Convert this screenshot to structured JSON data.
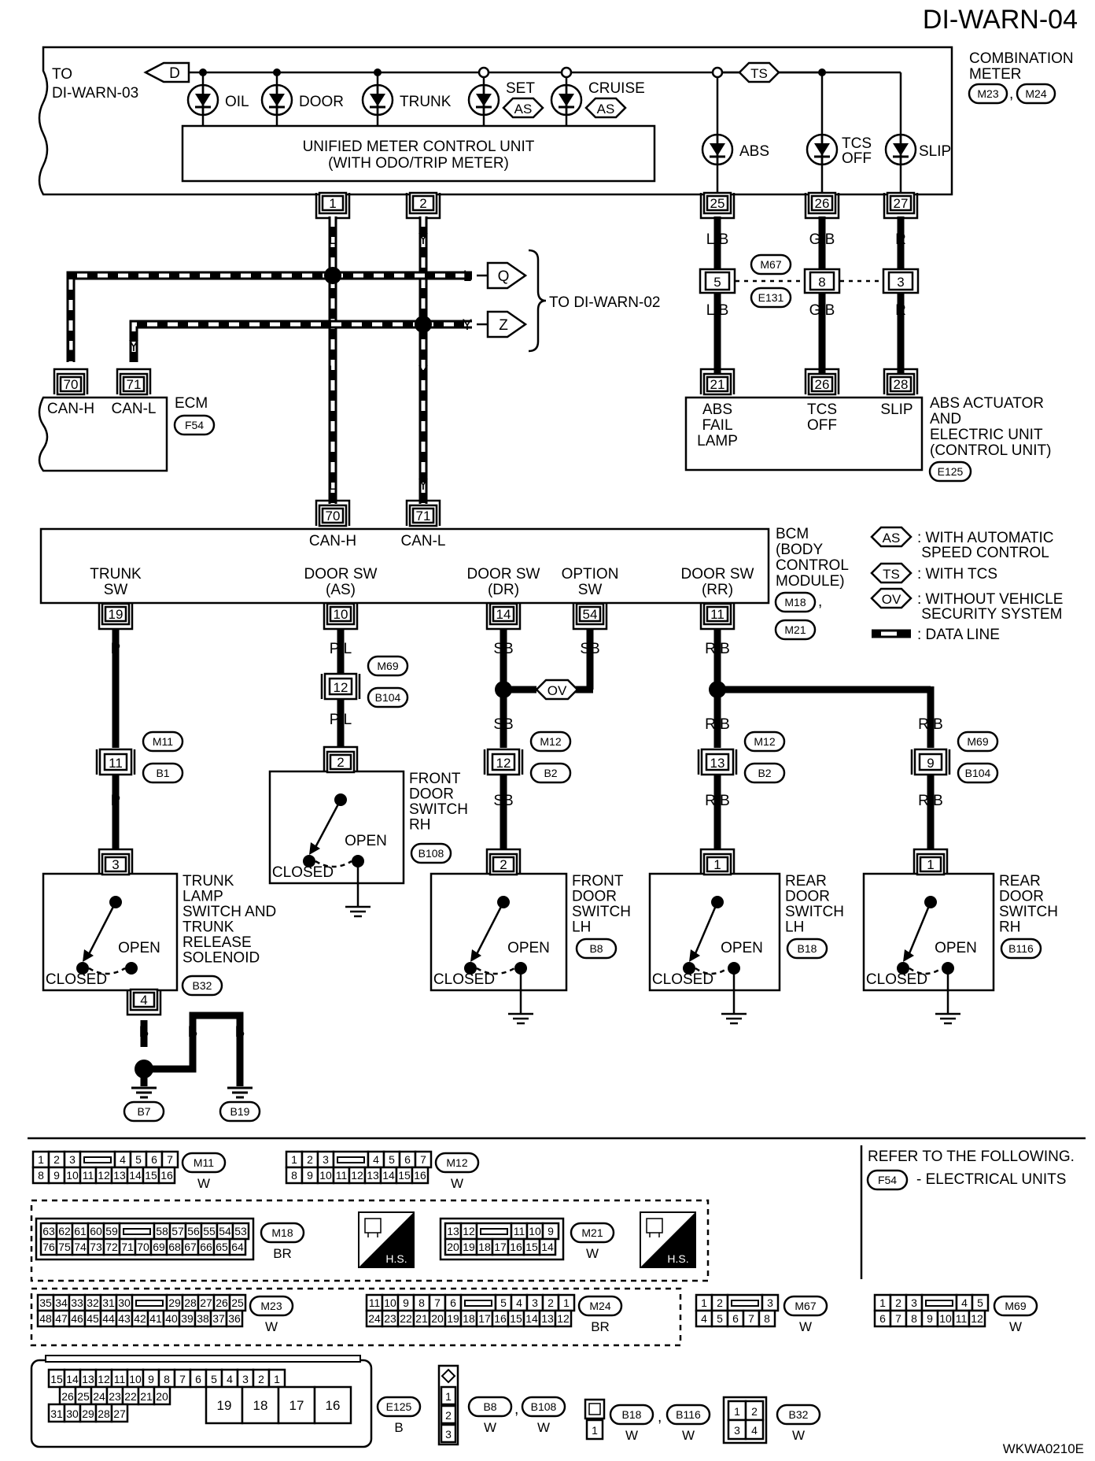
{
  "page_title": "DI-WARN-04",
  "combination_meter": {
    "name": "COMBINATION\nMETER",
    "connectors": [
      "M23",
      "M24"
    ],
    "to_ref": "TO\nDI-WARN-03",
    "to_ref_letter": "D",
    "control_unit": "UNIFIED METER CONTROL UNIT\n(WITH ODO/TRIP METER)",
    "lamps": [
      {
        "label": "OIL"
      },
      {
        "label": "DOOR"
      },
      {
        "label": "TRUNK"
      },
      {
        "label": "SET",
        "option": "AS"
      },
      {
        "label": "CRUISE",
        "option": "AS"
      },
      {
        "label": "ABS"
      },
      {
        "label": "TCS\nOFF"
      },
      {
        "label": "SLIP"
      }
    ],
    "ts_tag": "TS",
    "pins": [
      "1",
      "2",
      "25",
      "26",
      "27"
    ]
  },
  "wires": {
    "L": "L",
    "Y": "Y",
    "LB": "L/B",
    "GB": "G/B",
    "R": "R",
    "P": "P",
    "PL": "P/L",
    "SB": "SB",
    "RB": "R/B",
    "B": "B"
  },
  "to_di_warn_02": {
    "label": "TO DI-WARN-02",
    "letters": [
      "Q",
      "Z"
    ]
  },
  "inline_m67": {
    "connector": "M67",
    "connector2": "E131",
    "pins": [
      "5",
      "8",
      "3"
    ]
  },
  "ecm": {
    "name": "ECM",
    "connector": "F54",
    "pins": [
      "70",
      "71"
    ],
    "pin_labels": [
      "CAN-H",
      "CAN-L"
    ]
  },
  "abs_unit": {
    "name": "ABS ACTUATOR\nAND\nELECTRIC UNIT\n(CONTROL UNIT)",
    "connector": "E125",
    "pins": [
      "21",
      "26",
      "28"
    ],
    "pin_labels": [
      "ABS\nFAIL\nLAMP",
      "TCS\nOFF",
      "SLIP"
    ]
  },
  "bcm": {
    "name": "BCM\n(BODY\nCONTROL\nMODULE)",
    "connectors": [
      "M18",
      "M21"
    ],
    "top_pins": [
      "70",
      "71"
    ],
    "top_labels": [
      "CAN-H",
      "CAN-L"
    ],
    "bottom_pins": [
      "19",
      "10",
      "14",
      "54",
      "11"
    ],
    "bottom_labels": [
      "TRUNK\nSW",
      "DOOR SW\n(AS)",
      "DOOR SW\n(DR)",
      "OPTION\nSW",
      "DOOR SW\n(RR)"
    ]
  },
  "legend": [
    {
      "tag": "AS",
      "text": ": WITH AUTOMATIC\n  SPEED CONTROL"
    },
    {
      "tag": "TS",
      "text": ": WITH TCS"
    },
    {
      "tag": "OV",
      "text": ": WITHOUT VEHICLE\n  SECURITY SYSTEM"
    },
    {
      "tag": "",
      "text": ": DATA LINE"
    }
  ],
  "inline_connectors": [
    {
      "pin": "12",
      "conn": "M69",
      "conn2": "B104"
    },
    {
      "pin": "11",
      "conn": "M11",
      "conn2": "B1"
    },
    {
      "pin": "12",
      "conn": "M12",
      "conn2": "B2"
    },
    {
      "pin": "13",
      "conn": "M12",
      "conn2": "B2"
    },
    {
      "pin": "9",
      "conn": "M69",
      "conn2": "B104"
    }
  ],
  "ov_tag": "OV",
  "switches": [
    {
      "name": "TRUNK\nLAMP\nSWITCH AND\nTRUNK\nRELEASE\nSOLENOID",
      "connector": "B32",
      "pin_top": "3",
      "pin_bottom": "4"
    },
    {
      "name": "FRONT\nDOOR\nSWITCH\nRH",
      "connector": "B108",
      "pin_top": "2"
    },
    {
      "name": "FRONT\nDOOR\nSWITCH\nLH",
      "connector": "B8",
      "pin_top": "2"
    },
    {
      "name": "REAR\nDOOR\nSWITCH\nLH",
      "connector": "B18",
      "pin_top": "1"
    },
    {
      "name": "REAR\nDOOR\nSWITCH\nRH",
      "connector": "B116",
      "pin_top": "1"
    }
  ],
  "switch_states": {
    "open": "OPEN",
    "closed": "CLOSED"
  },
  "grounds": [
    "B7",
    "B19"
  ],
  "refer": {
    "text": "REFER TO THE FOLLOWING.",
    "connector": "F54",
    "item": "- ELECTRICAL UNITS"
  },
  "hs_label": "H.S.",
  "connector_faces": {
    "M11": {
      "color": "W",
      "row1": [
        "1",
        "2",
        "3",
        "",
        "4",
        "5",
        "6",
        "7"
      ],
      "row2": [
        "8",
        "9",
        "10",
        "11",
        "12",
        "13",
        "14",
        "15",
        "16"
      ]
    },
    "M12": {
      "color": "W",
      "row1": [
        "1",
        "2",
        "3",
        "",
        "4",
        "5",
        "6",
        "7"
      ],
      "row2": [
        "8",
        "9",
        "10",
        "11",
        "12",
        "13",
        "14",
        "15",
        "16"
      ]
    },
    "M18": {
      "color": "BR",
      "row1": [
        "63",
        "62",
        "61",
        "60",
        "59",
        "",
        "58",
        "57",
        "56",
        "55",
        "54",
        "53"
      ],
      "row2": [
        "76",
        "75",
        "74",
        "73",
        "72",
        "71",
        "70",
        "69",
        "68",
        "67",
        "66",
        "65",
        "64"
      ]
    },
    "M21": {
      "color": "W",
      "row1": [
        "13",
        "12",
        "",
        "11",
        "10",
        "9"
      ],
      "row2": [
        "20",
        "19",
        "18",
        "17",
        "16",
        "15",
        "14"
      ]
    },
    "M23": {
      "color": "W",
      "row1": [
        "35",
        "34",
        "33",
        "32",
        "31",
        "30",
        "",
        "29",
        "28",
        "27",
        "26",
        "25"
      ],
      "row2": [
        "48",
        "47",
        "46",
        "45",
        "44",
        "43",
        "42",
        "41",
        "40",
        "39",
        "38",
        "37",
        "36"
      ]
    },
    "M24": {
      "color": "BR",
      "row1": [
        "11",
        "10",
        "9",
        "8",
        "7",
        "6",
        "",
        "5",
        "4",
        "3",
        "2",
        "1"
      ],
      "row2": [
        "24",
        "23",
        "22",
        "21",
        "20",
        "19",
        "18",
        "17",
        "16",
        "15",
        "14",
        "13",
        "12"
      ]
    },
    "M67": {
      "color": "W",
      "row1": [
        "1",
        "2",
        "",
        "3"
      ],
      "row2": [
        "4",
        "5",
        "6",
        "7",
        "8"
      ]
    },
    "M69": {
      "color": "W",
      "row1": [
        "1",
        "2",
        "3",
        "",
        "4",
        "5"
      ],
      "row2": [
        "6",
        "7",
        "8",
        "9",
        "10",
        "11",
        "12"
      ]
    },
    "E125": {
      "color": "B",
      "row1": [
        "15",
        "14",
        "13",
        "12",
        "11",
        "10",
        "9",
        "8",
        "7",
        "6",
        "5",
        "4",
        "3",
        "2",
        "1"
      ],
      "row2": [
        "26",
        "25",
        "24",
        "23",
        "22",
        "21",
        "20"
      ],
      "row3": [
        "31",
        "30",
        "29",
        "28",
        "27"
      ],
      "big": [
        "19",
        "18",
        "17",
        "16"
      ]
    },
    "B8": {
      "color": "W",
      "col": [
        "1",
        "2",
        "3"
      ]
    },
    "B108": {
      "color": "W"
    },
    "B18": {
      "color": "W",
      "col": [
        "1"
      ]
    },
    "B116": {
      "color": "W"
    },
    "B32": {
      "color": "W",
      "row1": [
        "1",
        "2"
      ],
      "row2": [
        "3",
        "4"
      ]
    }
  },
  "footer_code": "WKWA0210E"
}
